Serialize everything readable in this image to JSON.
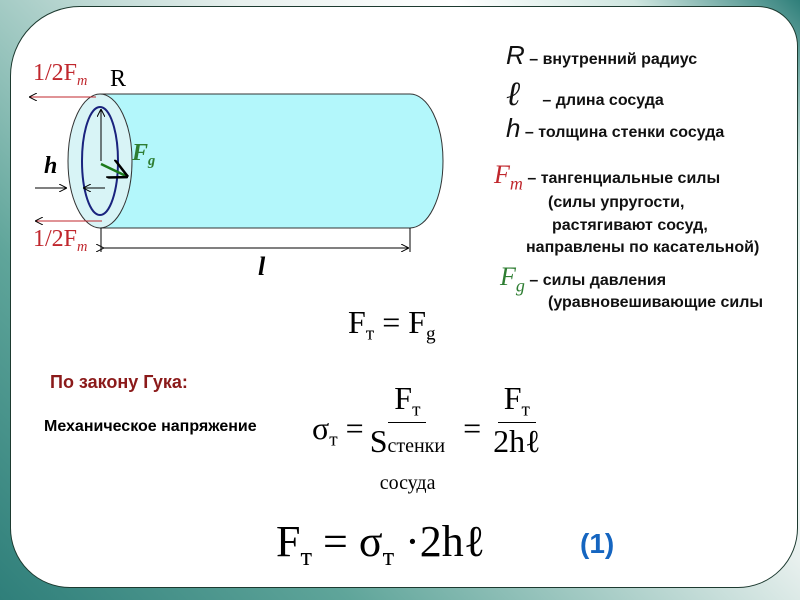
{
  "diagram": {
    "half_fm_top": "1/2F",
    "half_fm_bottom": "1/2F",
    "m_sub": "m",
    "R": "R",
    "Fg": "F",
    "g_sub": "g",
    "h": "h",
    "l": "l"
  },
  "legend": {
    "R_symbol": "R",
    "R_text": "– внутренний радиус",
    "l_symbol": "ℓ",
    "l_text": "– длина  сосуда",
    "h_symbol": "h",
    "h_text": "– толщина стенки  сосуда",
    "Fm_symbol": "F",
    "Fm_sub": "m",
    "Fm_text": "– тангенциальные силы",
    "Fm_line2": "(силы упругости,",
    "Fm_line3": "растягивают сосуд,",
    "Fm_line4": "направлены по касательной)",
    "Fg_symbol": "F",
    "Fg_sub": "g",
    "Fg_text": "– силы давления",
    "Fg_line2": "(уравновешивающие силы"
  },
  "equation1": {
    "lhs": "F",
    "lhs_sub": "т",
    "eq": "=",
    "rhs": "F",
    "rhs_sub": "g"
  },
  "hooke_title": "По закону Гука:",
  "stress_label": "Механическое напряжение",
  "equation2": {
    "sigma": "σ",
    "sigma_sub": "т",
    "eq": "=",
    "num1": "F",
    "num1_sub": "т",
    "den1": "S",
    "den1_sub": "стенки",
    "den1_sub2": "сосуда",
    "eq2": "=",
    "num2": "F",
    "num2_sub": "т",
    "den2": "2hℓ"
  },
  "equation3": {
    "lhs": "F",
    "lhs_sub": "т",
    "eq": "=",
    "sigma": "σ",
    "sigma_sub": "т",
    "rest": "·2hℓ",
    "number": "(1)"
  },
  "colors": {
    "red": "#c0272d",
    "green": "#2e7d32",
    "blue": "#1565c0",
    "cyan": "#b3f7fb"
  }
}
